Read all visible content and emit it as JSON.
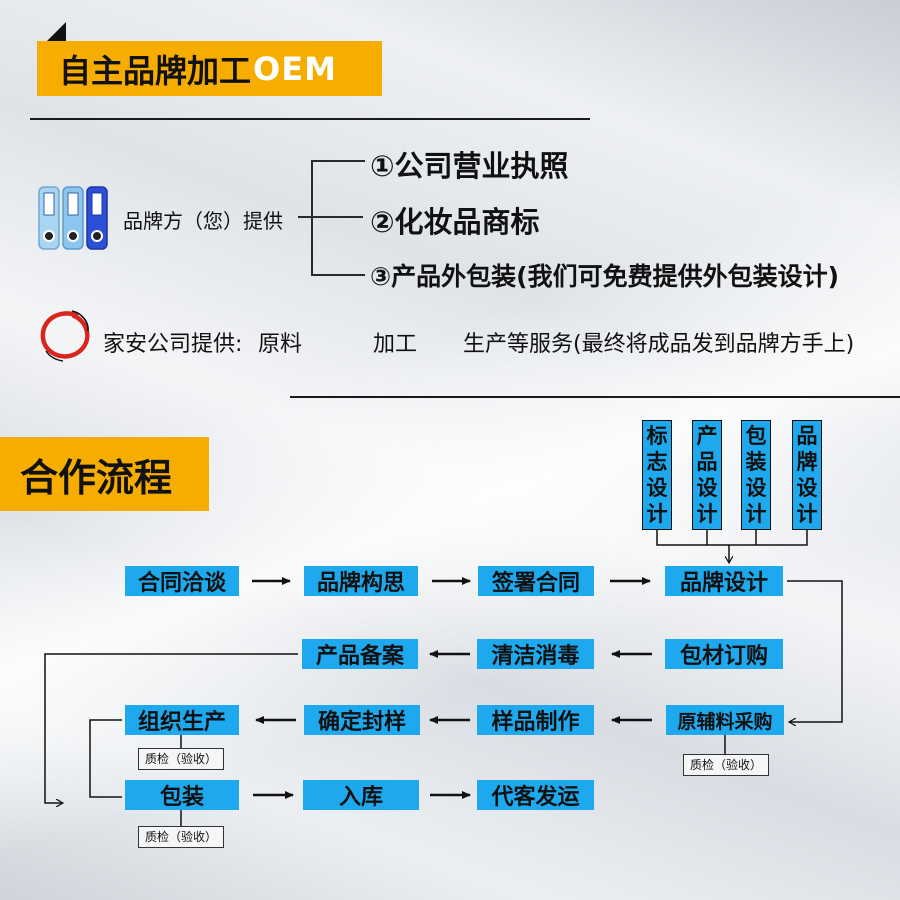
{
  "section1": {
    "title_cn": "自主品牌加工",
    "title_oem": "OEM"
  },
  "brand_side": {
    "label": "品牌方（您）提供",
    "items": [
      "①公司营业执照",
      "②化妆品商标",
      "③产品外包装(我们可免费提供外包装设计)"
    ]
  },
  "factory_side": {
    "label": "家安公司提供:",
    "raw": "原料",
    "process": "加工",
    "service": "生产等服务(最终将成品发到品牌方手上)"
  },
  "section2": {
    "title": "合作流程"
  },
  "design_boxes": [
    "标志设计",
    "产品设计",
    "包装设计",
    "品牌设计"
  ],
  "flow": {
    "row1": [
      "合同洽谈",
      "品牌构思",
      "签署合同",
      "品牌设计"
    ],
    "row2": [
      "产品备案",
      "清洁消毒",
      "包材订购"
    ],
    "row3": [
      "组织生产",
      "确定封样",
      "样品制作",
      "原辅料采购"
    ],
    "row4": [
      "包装",
      "入库",
      "代客发运"
    ]
  },
  "qc_label": "质检（验收）",
  "colors": {
    "title_bg": "#f7ad00",
    "box_bg": "#1ea9ee",
    "binder_light": "#9fd0f2",
    "binder_dark": "#2c4fd8",
    "ring": "#d8261c"
  }
}
